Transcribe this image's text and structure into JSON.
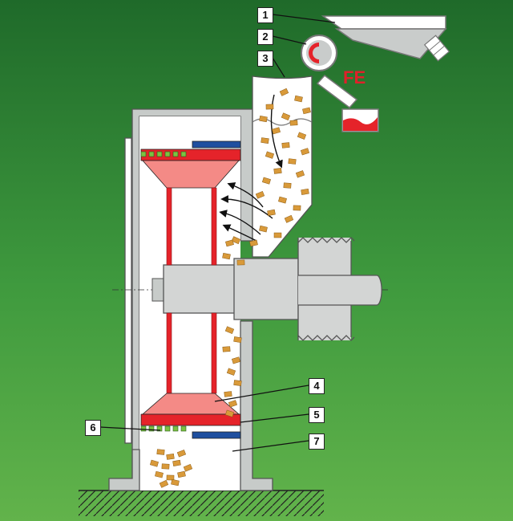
{
  "callouts": {
    "c1": "1",
    "c2": "2",
    "c3": "3",
    "c4": "4",
    "c5": "5",
    "c6": "6",
    "c7": "7"
  },
  "fe_label": "FE",
  "colors": {
    "background_top": "#1f6a2a",
    "background_bottom": "#5fb24a",
    "machine_wall": "#c7cbc9",
    "machine_interior": "#ffffff",
    "rotor_disc_pink": "#f48a86",
    "rotor_disc_red": "#e5232a",
    "stator_blue": "#1f4f9f",
    "sieve_green": "#7cc142",
    "particle_orange": "#d99a3a",
    "shaft_grey": "#d3d5d4"
  }
}
